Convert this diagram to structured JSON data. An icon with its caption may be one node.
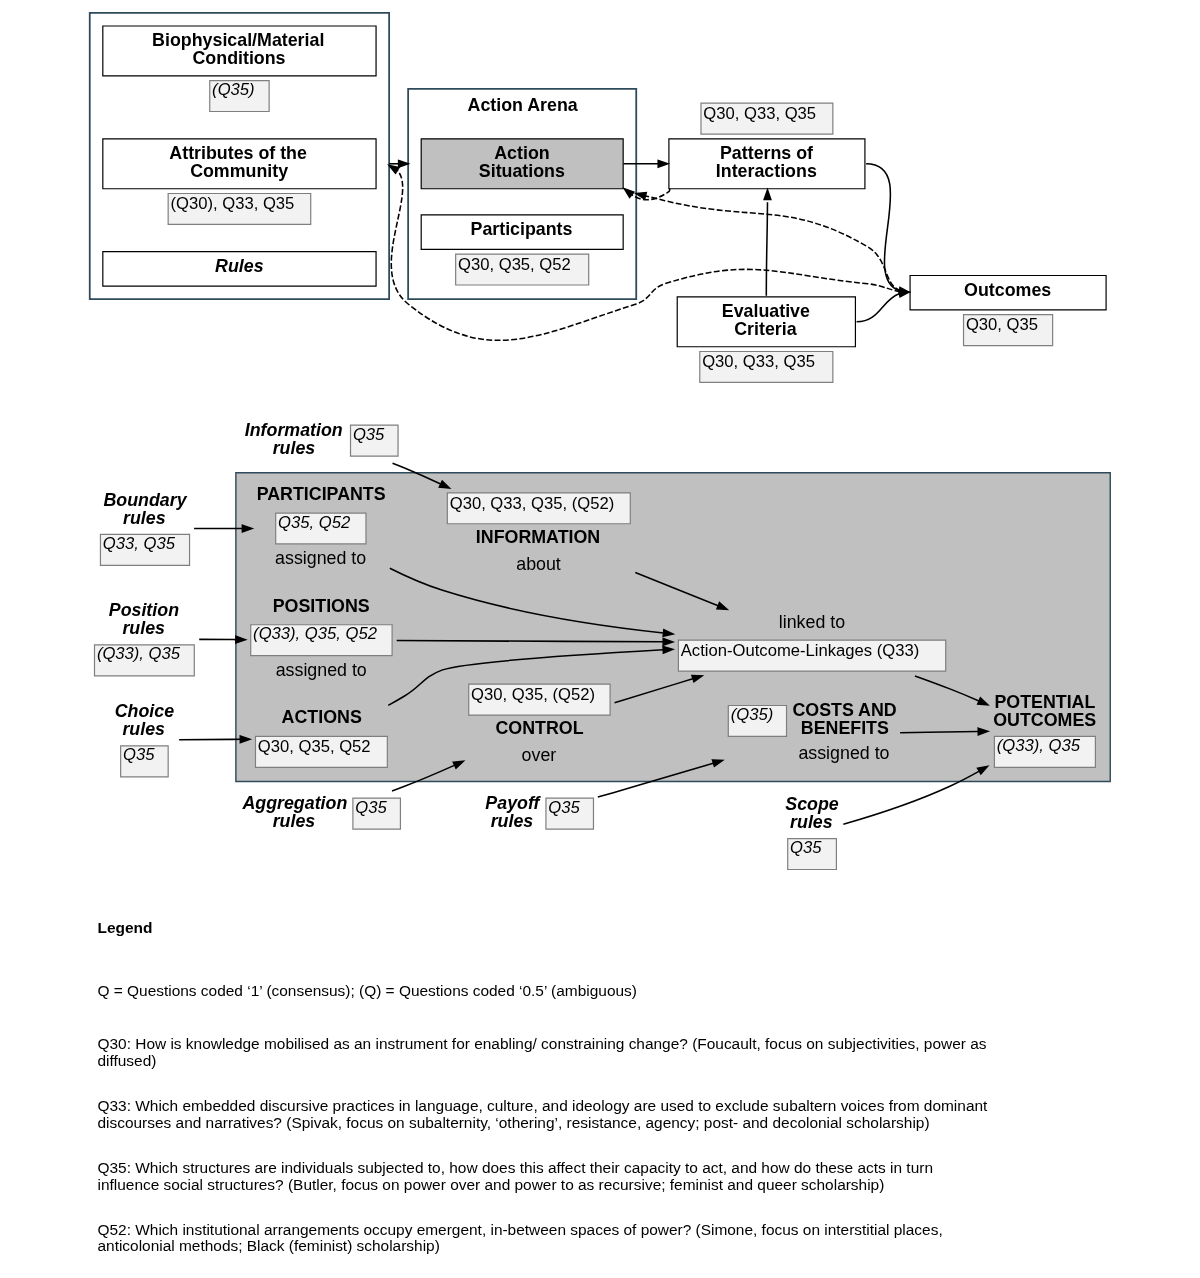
{
  "diagram": {
    "nodes": [
      {
        "text": [],
        "shape": "box"
      },
      {
        "text": [
          "Biophysical/Material Conditions"
        ],
        "in": 0,
        "beside": [
          "(Q35)"
        ]
      },
      {
        "text": [
          "Attributes of the Community"
        ],
        "in": 0,
        "beside": [
          "(Q30), Q33, Q35"
        ]
      },
      {
        "text": [
          "Rules"
        ],
        "in": 0
      },
      {
        "text": [
          "Action Arena"
        ]
      },
      {
        "text": [
          "Action Situations"
        ],
        "in": 4
      },
      {
        "text": [
          "Participants",
          "Q30, Q35, Q52"
        ],
        "in": 4
      },
      {
        "text": [
          "Patterns of Interactions"
        ],
        "beside": [
          "Q30, Q33, Q35"
        ]
      },
      {
        "text": [
          "Evaluative Criteria"
        ],
        "beside": [
          "Q30, Q33, Q35"
        ]
      },
      {
        "text": [
          "Outcomes",
          "Q30, Q35"
        ]
      },
      {
        "text": [
          "Information rules",
          "Q35"
        ]
      },
      {
        "text": [
          "Aggregation rules",
          "Q35"
        ]
      },
      {
        "text": [],
        "shape": "box"
      },
      {
        "text": [
          "Boundary rules",
          "Q33, Q35"
        ]
      },
      {
        "text": [
          "PARTICIPANTS",
          "Q35, Q52",
          "assigned to"
        ],
        "in": 12
      },
      {
        "text": [
          "Q30, Q33, Q35, (Q52)",
          "INFORMATION",
          "about"
        ],
        "in": 12
      },
      {
        "text": [
          "Q30, Q35, (Q52)",
          "CONTROL",
          "over"
        ],
        "in": 12
      },
      {
        "text": [
          "Position rules",
          "(Q33), Q35"
        ]
      },
      {
        "text": [
          "POSITIONS",
          "(Q33), Q35, Q52",
          "assigned to"
        ],
        "in": 12
      },
      {
        "text": [
          "linked to",
          "Action-Outcome-Linkages (Q33)"
        ],
        "in": 12
      },
      {
        "text": [
          "POTENTIAL OUTCOMES",
          "(Q33), Q35"
        ],
        "in": 12
      },
      {
        "text": [
          "Scope rules",
          "Q35"
        ]
      },
      {
        "text": [
          "(Q35)",
          "COSTS AND BENEFITS",
          "assigned to"
        ],
        "in": 12
      },
      {
        "text": [
          "Choice rules",
          "Q35"
        ]
      },
      {
        "text": [
          "ACTIONS",
          "Q30, Q35, Q52"
        ],
        "in": 12
      },
      {
        "text": [
          "Payoff rules",
          "Q35"
        ]
      }
    ],
    "edges": [
      {
        "from": 0,
        "to": 4,
        "arrow": "to"
      },
      {
        "from": 5,
        "to": 7,
        "arrow": "to"
      },
      {
        "from": 7,
        "to": 5,
        "arrow": "to",
        "style": "dashed"
      },
      {
        "from": 7,
        "to": 9,
        "arrow": "to"
      },
      {
        "from": 8,
        "to": 7,
        "arrow": "to"
      },
      {
        "from": 8,
        "to": 9,
        "arrow": "to"
      },
      {
        "from": 9,
        "to": 4,
        "arrow": "to",
        "style": "dashed"
      },
      {
        "from": 9,
        "to": 0,
        "arrow": "to",
        "style": "dashed"
      },
      {
        "from": 10,
        "to": 15,
        "arrow": "to"
      },
      {
        "from": 11,
        "to": 16,
        "arrow": "to"
      },
      {
        "from": 13,
        "to": 14,
        "arrow": "to"
      },
      {
        "from": 17,
        "to": 18,
        "arrow": "to"
      },
      {
        "from": 23,
        "to": 24,
        "arrow": "to"
      },
      {
        "from": 21,
        "to": 20,
        "arrow": "to"
      },
      {
        "from": 25,
        "to": 22,
        "arrow": "to"
      },
      {
        "from": 14,
        "to": 19,
        "arrow": "to"
      },
      {
        "from": 18,
        "to": 19,
        "arrow": "to"
      },
      {
        "from": 24,
        "to": 19,
        "arrow": "to"
      },
      {
        "from": 15,
        "to": 19,
        "arrow": "to"
      },
      {
        "from": 16,
        "to": 19,
        "arrow": "to"
      },
      {
        "from": 19,
        "to": 20,
        "arrow": "to"
      },
      {
        "from": 22,
        "to": 20,
        "arrow": "to"
      }
    ],
    "labels": [
      "Legend",
      "Q = Questions coded ‘1’ (consensus); (Q) = Questions coded ‘0.5’ (ambiguous)",
      "Q30: How is knowledge mobilised as an instrument for enabling/ constraining change? (Foucault, focus on subjectivities, power as diffused)",
      "Q33: Which embedded discursive practices in language, culture, and ideology are used to exclude subaltern voices from dominant discourses and narratives? (Spivak, focus on subalternity, ‘othering’, resistance, agency; post- and decolonial scholarship)",
      "Q35: Which structures are individuals subjected to, how does this affect their capacity to act, and how do these acts in turn influence social structures? (Butler, focus on power over and power to as recursive; feminist and queer scholarship)",
      "Q52: Which institutional arrangements occupy emergent, in-between spaces of power? (Simone, focus on interstitial places, anticolonial methods; Black (feminist) scholarship)"
    ]
  }
}
